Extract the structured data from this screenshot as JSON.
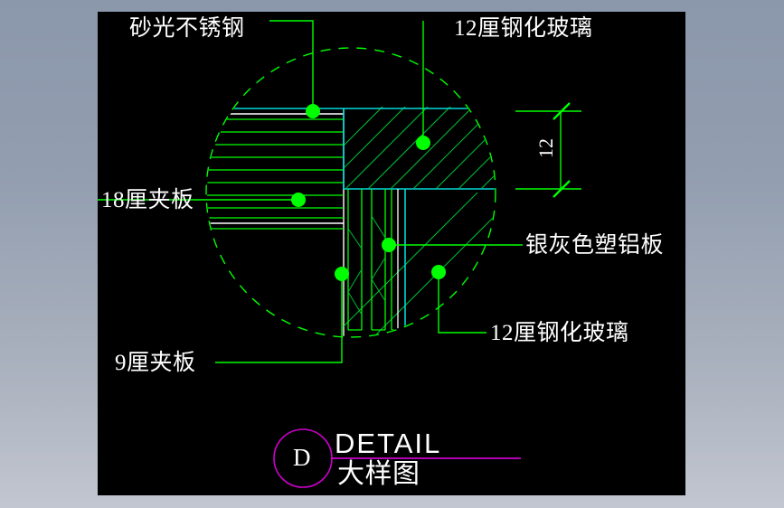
{
  "drawing": {
    "background_color": "#8b97ab",
    "canvas_color": "#000000",
    "line_color_green": "#00ff00",
    "line_color_cyan": "#00d7d7",
    "line_color_white": "#ffffff",
    "line_color_magenta": "#cc00cc"
  },
  "labels": {
    "brushed_stainless": "砂光不锈钢",
    "tempered_glass_top": "12厘钢化玻璃",
    "plywood_18": "18厘夹板",
    "silver_aluminum_panel": "银灰色塑铝板",
    "tempered_glass_bottom": "12厘钢化玻璃",
    "plywood_9": "9厘夹板"
  },
  "dimension": {
    "value": "12"
  },
  "detail_marker": {
    "symbol": "D",
    "title_en": "DETAIL",
    "title_cn": "大样图"
  }
}
